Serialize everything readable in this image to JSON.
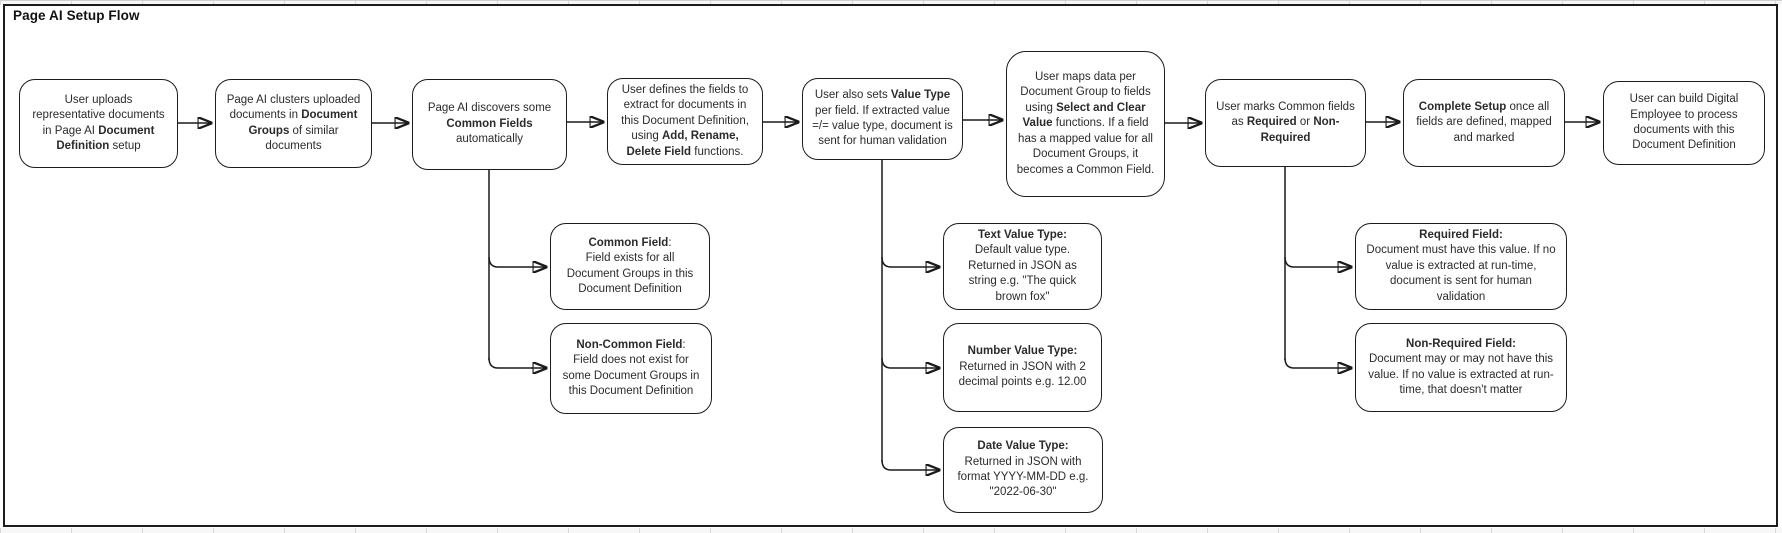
{
  "title": "Page AI Setup Flow",
  "colors": {
    "box_border": "#1c1c1c",
    "connector": "#1a1a1a",
    "text": "#2b2b2b",
    "background": "#ffffff"
  },
  "nodes": {
    "upload": {
      "segments": [
        {
          "t": "User uploads representative documents in Page AI "
        },
        {
          "t": "Document Definition",
          "b": true
        },
        {
          "t": " setup"
        }
      ]
    },
    "clusters": {
      "segments": [
        {
          "t": "Page AI clusters uploaded documents in "
        },
        {
          "t": "Document Groups",
          "b": true
        },
        {
          "t": " of similar documents"
        }
      ]
    },
    "discovers": {
      "segments": [
        {
          "t": "Page AI discovers some "
        },
        {
          "t": "Common Fields",
          "b": true
        },
        {
          "t": " automatically"
        }
      ]
    },
    "defines": {
      "segments": [
        {
          "t": "User defines the fields to extract for documents in this Document Definition, using "
        },
        {
          "t": "Add, Rename, Delete Field",
          "b": true
        },
        {
          "t": " functions."
        }
      ]
    },
    "value_type": {
      "segments": [
        {
          "t": "User also sets "
        },
        {
          "t": "Value Type",
          "b": true
        },
        {
          "t": " per field. If extracted value =/= value type, document is sent for human validation"
        }
      ]
    },
    "maps": {
      "segments": [
        {
          "t": "User maps data per Document Group to fields using "
        },
        {
          "t": "Select and Clear Value",
          "b": true
        },
        {
          "t": " functions. If a field has a mapped value for all Document Groups, it becomes a Common Field."
        }
      ]
    },
    "marks": {
      "segments": [
        {
          "t": "User marks Common fields as "
        },
        {
          "t": "Required",
          "b": true
        },
        {
          "t": " or "
        },
        {
          "t": "Non-Required",
          "b": true
        }
      ]
    },
    "complete": {
      "segments": [
        {
          "t": "Complete Setup",
          "b": true
        },
        {
          "t": " once all fields are defined, mapped and marked"
        }
      ]
    },
    "build": {
      "segments": [
        {
          "t": "User can build Digital Employee to process documents with this Document Definition"
        }
      ]
    },
    "common_field": {
      "segments": [
        {
          "t": "Common Field",
          "b": true
        },
        {
          "t": ":"
        },
        {
          "br": true
        },
        {
          "t": "Field exists for all Document Groups in this Document Definition"
        }
      ]
    },
    "non_common_field": {
      "segments": [
        {
          "t": "Non-Common Field",
          "b": true
        },
        {
          "t": ":"
        },
        {
          "br": true
        },
        {
          "t": "Field does not exist for some Document Groups in this Document Definition"
        }
      ]
    },
    "text_value": {
      "segments": [
        {
          "t": "Text Value Type:",
          "b": true
        },
        {
          "br": true
        },
        {
          "t": "Default value type. Returned in JSON as string e.g. \"The quick brown fox\""
        }
      ]
    },
    "number_value": {
      "segments": [
        {
          "t": "Number Value Type:",
          "b": true
        },
        {
          "br": true
        },
        {
          "t": "Returned in JSON with 2 decimal points e.g. 12.00"
        }
      ]
    },
    "date_value": {
      "segments": [
        {
          "t": "Date Value Type:",
          "b": true
        },
        {
          "br": true
        },
        {
          "t": "Returned in JSON with format YYYY-MM-DD e.g. \"2022-06-30\""
        }
      ]
    },
    "required": {
      "segments": [
        {
          "t": "Required Field:",
          "b": true
        },
        {
          "br": true
        },
        {
          "t": "Document must have this value. If no value is extracted at run-time, document is sent for human validation"
        }
      ]
    },
    "non_required": {
      "segments": [
        {
          "t": "Non-Required Field:",
          "b": true
        },
        {
          "br": true
        },
        {
          "t": "Document may or may not have this value. If no value is extracted at run-time, that doesn't matter"
        }
      ]
    }
  },
  "edges": [
    {
      "from": "upload",
      "to": "clusters"
    },
    {
      "from": "clusters",
      "to": "discovers"
    },
    {
      "from": "discovers",
      "to": "defines"
    },
    {
      "from": "defines",
      "to": "value_type"
    },
    {
      "from": "value_type",
      "to": "maps"
    },
    {
      "from": "maps",
      "to": "marks"
    },
    {
      "from": "marks",
      "to": "complete"
    },
    {
      "from": "complete",
      "to": "build"
    },
    {
      "from": "discovers",
      "to": "common_field"
    },
    {
      "from": "discovers",
      "to": "non_common_field"
    },
    {
      "from": "value_type",
      "to": "text_value"
    },
    {
      "from": "value_type",
      "to": "number_value"
    },
    {
      "from": "value_type",
      "to": "date_value"
    },
    {
      "from": "marks",
      "to": "required"
    },
    {
      "from": "marks",
      "to": "non_required"
    }
  ]
}
